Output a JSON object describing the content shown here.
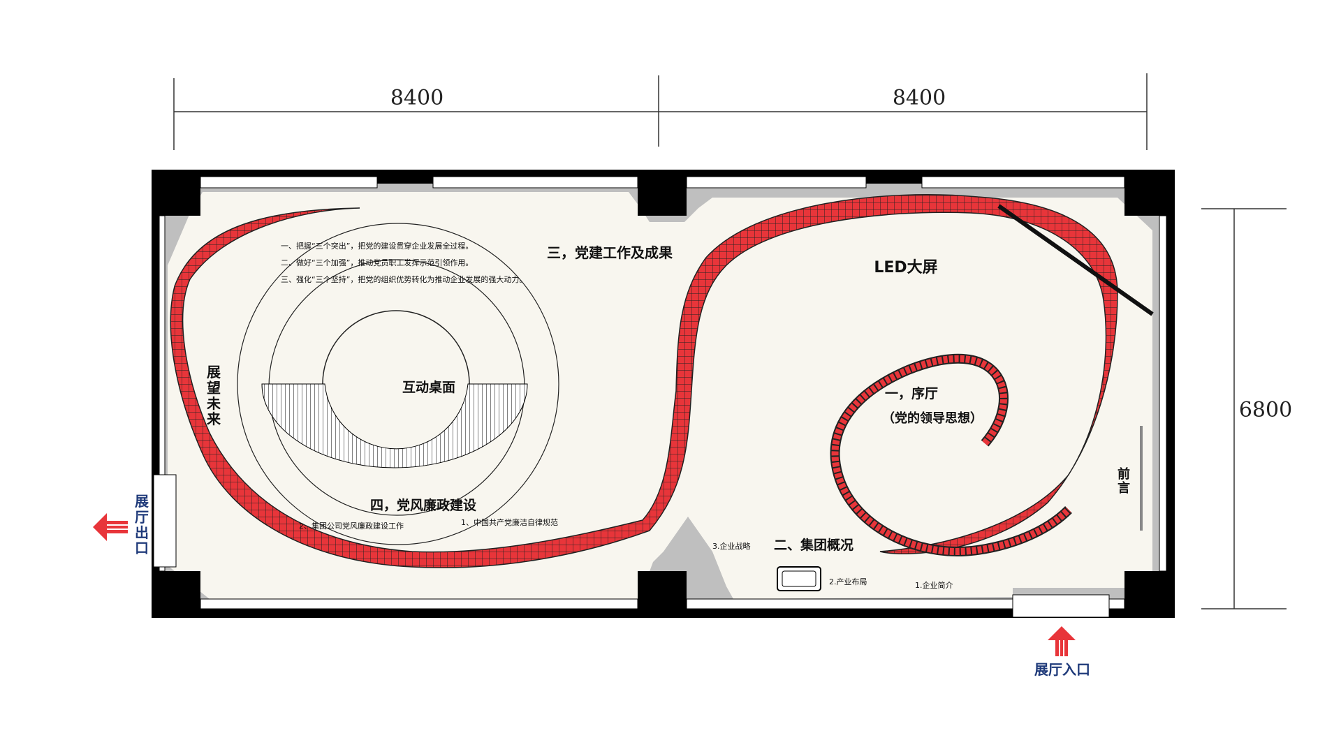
{
  "dimensions": {
    "top_left": "8400",
    "top_right": "8400",
    "right": "6800"
  },
  "zones": {
    "hall_title": "一，序厅",
    "hall_subtitle": "（党的领导思想）",
    "led": "LED大屏",
    "preface": "前言",
    "future": "展望未来",
    "interactive": "互动桌面",
    "party_building": "三，党建工作及成果",
    "anti_corruption": "四，党风廉政建设",
    "group_overview": "二、集团概况"
  },
  "bullets": [
    "一、把握“三个突出”，把党的建设贯穿企业发展全过程。",
    "二、做好“三个加强”，推动党员职工发挥示范引领作用。",
    "三、强化“三个坚持”，把党的组织优势转化为推动企业发展的强大动力。"
  ],
  "items": {
    "item_1": "1.企业简介",
    "item_2": "2.产业布局",
    "item_3": "3.企业战略",
    "rule_1": "1、中国共产党廉洁自律规范",
    "rule_2": "2、集团公司党风廉政建设工作"
  },
  "navigation": {
    "exit": "展厅出口",
    "entrance": "展厅入口"
  },
  "colors": {
    "screen_red": "#e8353a",
    "wall_black": "#000000",
    "floor": "#f8f6ef",
    "arrow_red": "#e8353a",
    "nav_blue": "#1f3a7a"
  }
}
